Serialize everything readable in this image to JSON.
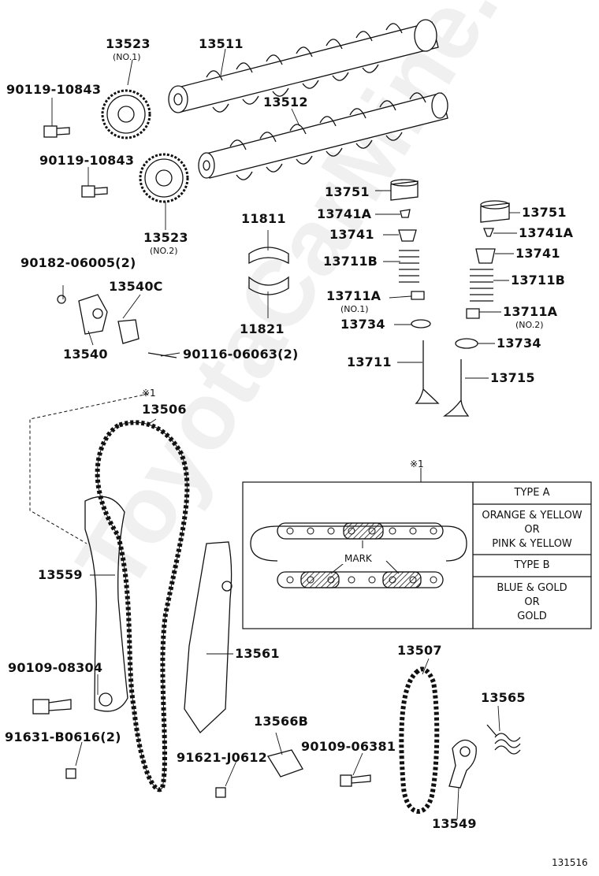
{
  "watermark": "ToyotaCarMine.ru",
  "part_labels": {
    "p13523_1": "13523",
    "p13523_1_sub": "(NO.1)",
    "p13511": "13511",
    "p13512": "13512",
    "p90119_a": "90119-10843",
    "p90119_b": "90119-10843",
    "p13523_2": "13523",
    "p13523_2_sub": "(NO.2)",
    "p13751_l": "13751",
    "p13741A_l": "13741A",
    "p13741_l": "13741",
    "p13711B_l": "13711B",
    "p13711A_l": "13711A",
    "p13711A_l_sub": "(NO.1)",
    "p13734_l": "13734",
    "p13711": "13711",
    "p13751_r": "13751",
    "p13741A_r": "13741A",
    "p13741_r": "13741",
    "p13711B_r": "13711B",
    "p13711A_r": "13711A",
    "p13711A_r_sub": "(NO.2)",
    "p13734_r": "13734",
    "p13715": "13715",
    "p11811": "11811",
    "p11821": "11821",
    "p90182": "90182-06005(2)",
    "p13540C": "13540C",
    "p13540": "13540",
    "p90116": "90116-06063(2)",
    "p13506": "13506",
    "p13506_note": "※1",
    "p13559": "13559",
    "p13561": "13561",
    "p90109_a": "90109-08304",
    "p91631": "91631-B0616(2)",
    "p91621": "91621-J0612",
    "p13566B": "13566B",
    "p90109_b": "90109-06381",
    "p13507": "13507",
    "p13565": "13565",
    "p13549": "13549"
  },
  "legend": {
    "ref": "※1",
    "mark_label": "MARK",
    "rows": [
      {
        "type": "TYPE A",
        "colors": [
          "ORANGE & YELLOW",
          "OR",
          "PINK & YELLOW"
        ]
      },
      {
        "type": "TYPE B",
        "colors": [
          "BLUE & GOLD",
          "OR",
          "GOLD"
        ]
      }
    ]
  },
  "figure_number": "131516"
}
